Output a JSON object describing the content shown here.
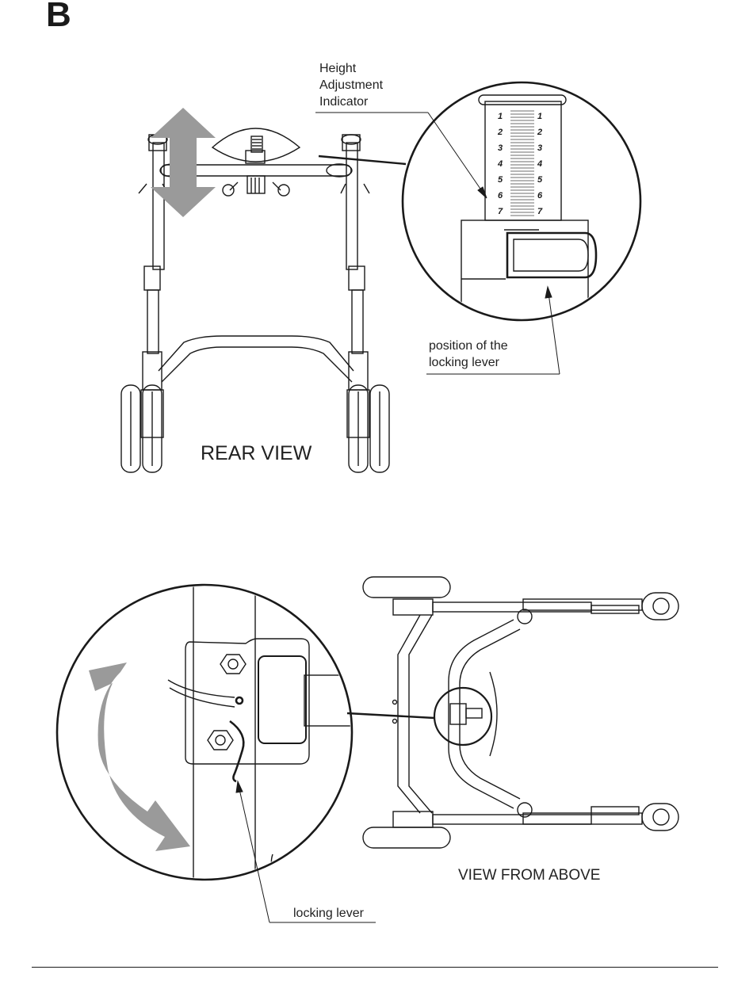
{
  "section_letter": "B",
  "top_figure": {
    "view_label": "REAR VIEW",
    "callout_height": [
      "Height",
      "Adjustment",
      "Indicator"
    ],
    "callout_lever_position": [
      "position of the",
      "locking lever"
    ],
    "scale_numbers": [
      "1",
      "2",
      "3",
      "4",
      "5",
      "6",
      "7"
    ]
  },
  "bottom_figure": {
    "view_label": "VIEW FROM ABOVE",
    "callout_lever": "locking lever"
  },
  "colors": {
    "line": "#1a1a1a",
    "arrow_fill": "#9a9a9a",
    "background": "#ffffff"
  }
}
